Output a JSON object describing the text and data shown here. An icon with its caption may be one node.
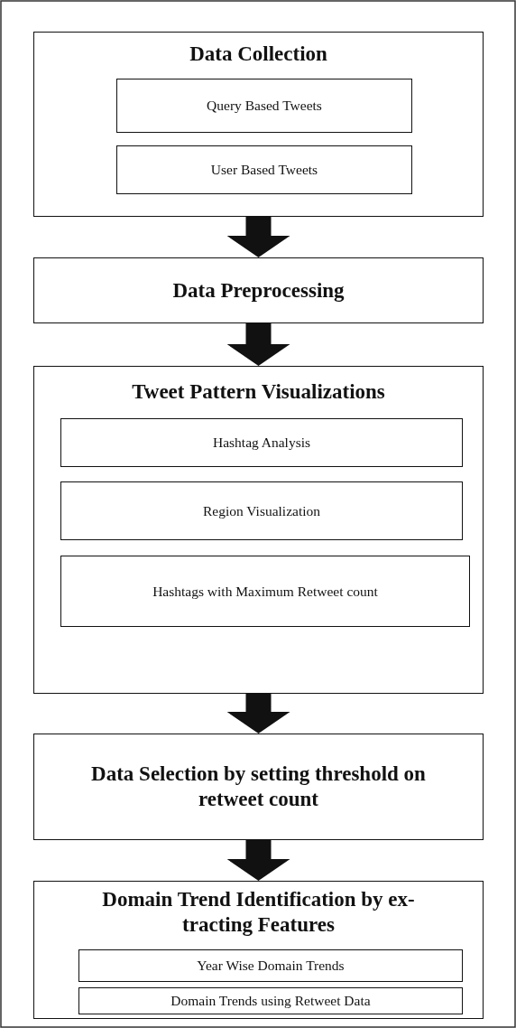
{
  "diagram": {
    "nodes": [
      {
        "text": [
          "Data Collection"
        ]
      },
      {
        "text": [
          "Query Based Tweets"
        ],
        "in": 0
      },
      {
        "text": [
          "User Based Tweets"
        ],
        "in": 0
      },
      {
        "text": [
          "Data Preprocessing"
        ]
      },
      {
        "text": [
          "Tweet Pattern Visualizations"
        ]
      },
      {
        "text": [
          "Hashtag Analysis"
        ],
        "in": 4
      },
      {
        "text": [
          "Region Visualization"
        ],
        "in": 4
      },
      {
        "text": [
          "Hashtags with Maximum Retweet count"
        ],
        "in": 4
      },
      {
        "text": [
          "Data Selection by setting threshold on retweet count"
        ]
      },
      {
        "text": [
          "Domain Trend Identification by ex- tracting Features"
        ]
      },
      {
        "text": [
          "Year Wise Domain Trends"
        ],
        "in": 9
      },
      {
        "text": [
          "Domain Trends using Retweet Data"
        ],
        "in": 9
      }
    ],
    "edges": [
      {
        "from": 0,
        "to": 3,
        "arrow": "to"
      },
      {
        "from": 3,
        "to": 4,
        "arrow": "to"
      },
      {
        "from": 4,
        "to": 8,
        "arrow": "to"
      },
      {
        "from": 8,
        "to": 9,
        "arrow": "to"
      }
    ]
  }
}
